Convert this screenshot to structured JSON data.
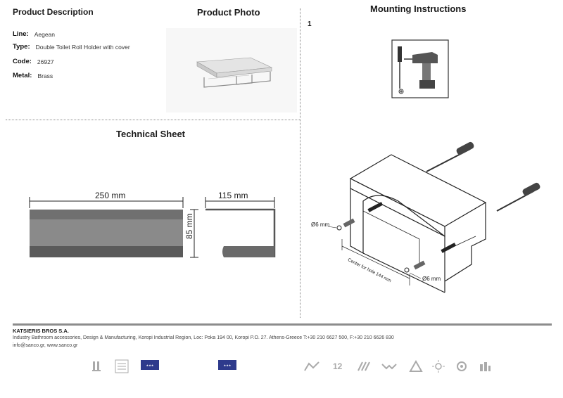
{
  "sections": {
    "product_description": "Product Description",
    "product_photo": "Product Photo",
    "mounting_instructions": "Mounting Instructions",
    "technical_sheet": "Technical Sheet"
  },
  "specs": [
    {
      "key": "Line:",
      "value": "Aegean"
    },
    {
      "key": "Type:",
      "value": "Double Toilet Roll Holder with cover"
    },
    {
      "key": "Code:",
      "value": "26927"
    },
    {
      "key": "Metal:",
      "value": "Brass"
    }
  ],
  "mounting": {
    "step": "1",
    "dim_left": "Ø6 mm",
    "dim_right": "Ø6 mm",
    "center_label": "Center for hole 144 mm"
  },
  "technical": {
    "width": "250 mm",
    "depth": "115 mm",
    "height": "85 mm"
  },
  "footer": {
    "company": "KATSIERIS BROS S.A.",
    "address": "Industry Bathroom accessories, Design & Manufacturing, Koropi Industrial Region, Loc: Poka 194 00, Koropi P.O. 27. Athens-Greece   T:+30 210 6627 500, F:+30 210 6626 830",
    "contact": "info@sanco.gr, www.sanco.gr",
    "accent_color": "#8c8c8c"
  }
}
